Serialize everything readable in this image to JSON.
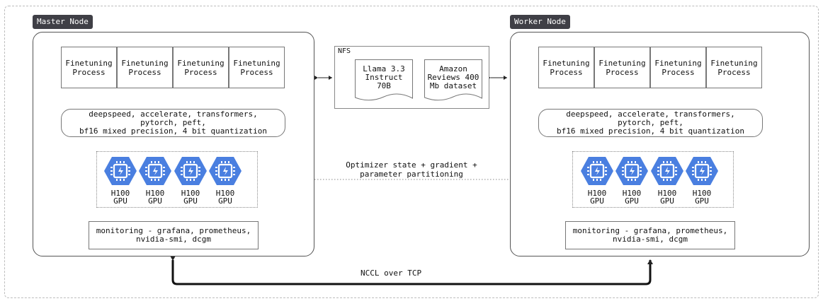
{
  "master": {
    "tag": "Master Node",
    "processes": [
      "Finetuning Process",
      "Finetuning Process",
      "Finetuning Process",
      "Finetuning Process"
    ],
    "libs": "deepspeed, accelerate, transformers,\npytorch, peft,\nbf16 mixed precision, 4 bit quantization",
    "gpus": [
      "H100\nGPU",
      "H100\nGPU",
      "H100\nGPU",
      "H100\nGPU"
    ],
    "monitoring": "monitoring - grafana, prometheus,\nnvidia-smi, dcgm"
  },
  "worker": {
    "tag": "Worker Node",
    "processes": [
      "Finetuning Process",
      "Finetuning Process",
      "Finetuning Process",
      "Finetuning Process"
    ],
    "libs": "deepspeed, accelerate, transformers,\npytorch, peft,\nbf16 mixed precision, 4 bit quantization",
    "gpus": [
      "H100\nGPU",
      "H100\nGPU",
      "H100\nGPU",
      "H100\nGPU"
    ],
    "monitoring": "monitoring - grafana, prometheus,\nnvidia-smi, dcgm"
  },
  "nfs": {
    "title": "NFS",
    "model_doc": "Llama 3.3\nInstruct\n70B",
    "dataset_doc": "Amazon\nReviews 400\nMb dataset"
  },
  "links": {
    "partitioning": "Optimizer state + gradient +\nparameter partitioning",
    "nccl": "NCCL over TCP"
  },
  "colors": {
    "gpu_blue": "#4a7fe0",
    "tag_bg": "#3f3f46"
  },
  "icons": {
    "gpu": "gpu-chip-hexagon-icon"
  }
}
